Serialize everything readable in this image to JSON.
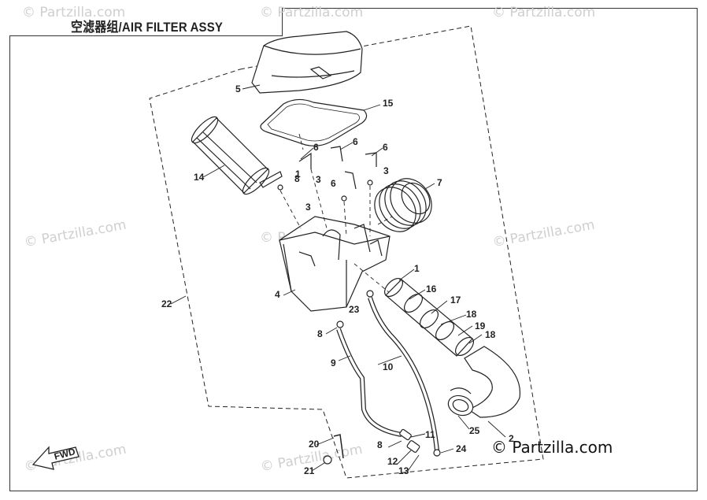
{
  "diagram": {
    "title": "空滤器组/AIR FILTER ASSY",
    "watermark": "© Partzilla.com",
    "copyright": "© Partzilla.com",
    "fwd_label": "FWD",
    "callouts": [
      "1",
      "1",
      "2",
      "3",
      "3",
      "3",
      "4",
      "5",
      "6",
      "6",
      "6",
      "6",
      "7",
      "8",
      "8",
      "8",
      "9",
      "10",
      "11",
      "12",
      "13",
      "14",
      "15",
      "16",
      "17",
      "18",
      "18",
      "19",
      "20",
      "21",
      "22",
      "23",
      "24",
      "25"
    ]
  }
}
